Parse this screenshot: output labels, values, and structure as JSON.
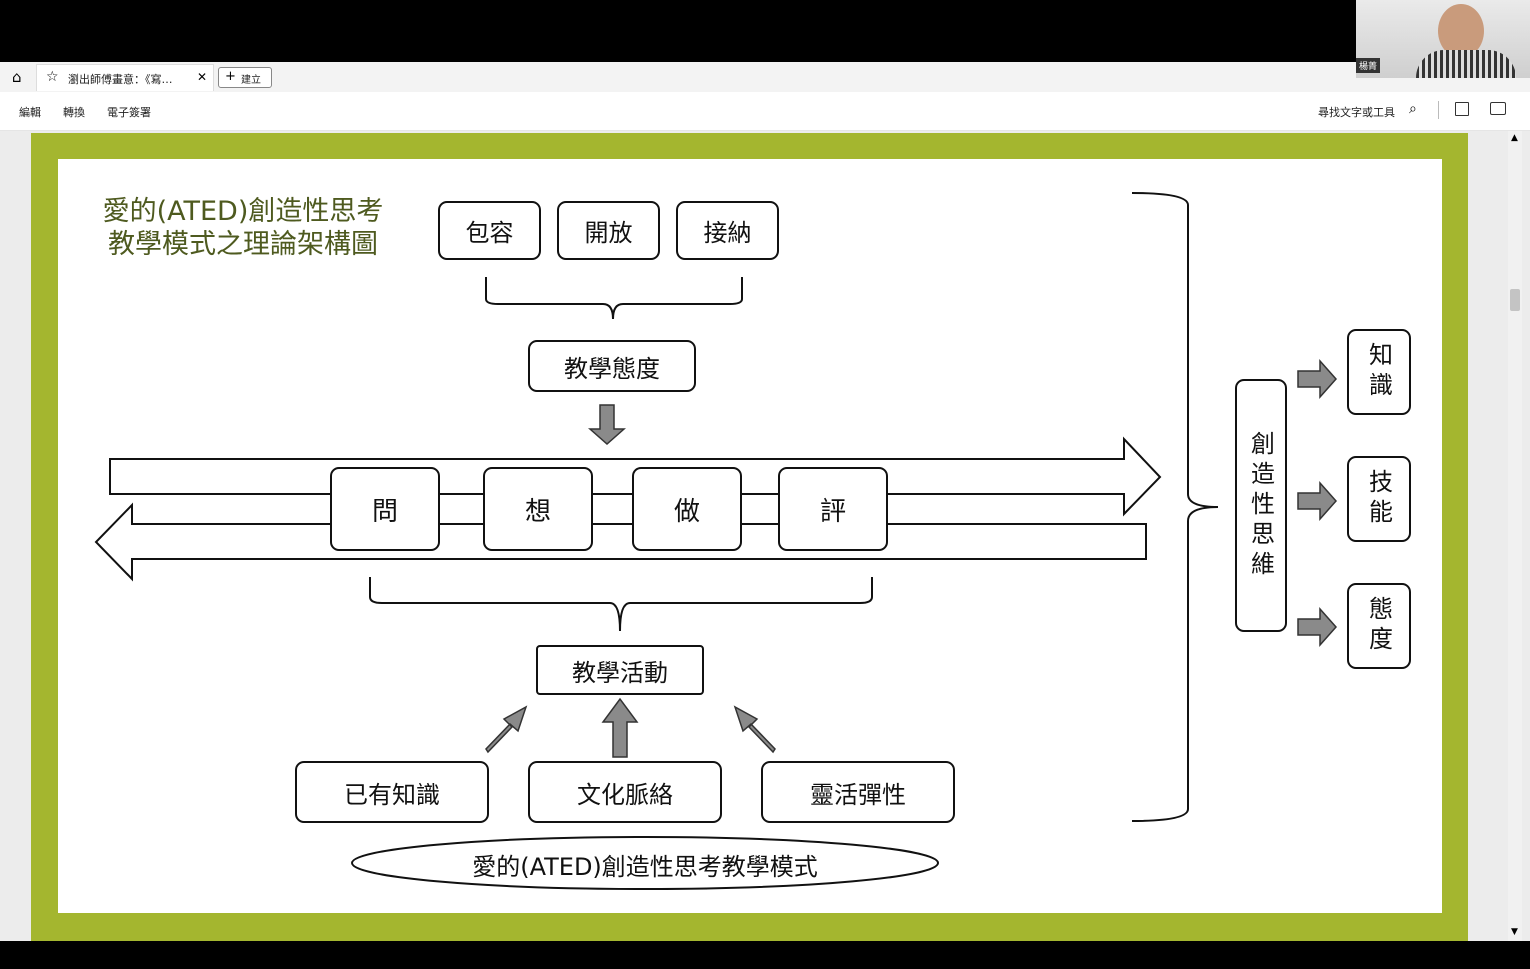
{
  "browser": {
    "tab_title": "瀏出師傅畫意：《寫…",
    "new_tab_label": "建立",
    "toolbar_left": [
      "編輯",
      "轉換",
      "電子簽署"
    ],
    "search_tools_label": "尋找文字或工具"
  },
  "webcam": {
    "name_tag": "楊菁"
  },
  "slide": {
    "title_line1": "愛的(ATED)創造性思考",
    "title_line2": "教學模式之理論架構圖",
    "attitudes": [
      "包容",
      "開放",
      "接納"
    ],
    "teaching_attitude": "教學態度",
    "steps": [
      "問",
      "想",
      "做",
      "評"
    ],
    "teaching_activity": "教學活動",
    "foundations": [
      "已有知識",
      "文化脈絡",
      "靈活彈性"
    ],
    "model_name": "愛的(ATED)創造性思考教學模式",
    "creative_thinking": "創造性思維",
    "outcomes": [
      "知識",
      "技能",
      "態度"
    ]
  },
  "colors": {
    "frame": "#a4b62f",
    "title": "#4e5a1f",
    "arrow_fill": "#8a8a8a"
  }
}
